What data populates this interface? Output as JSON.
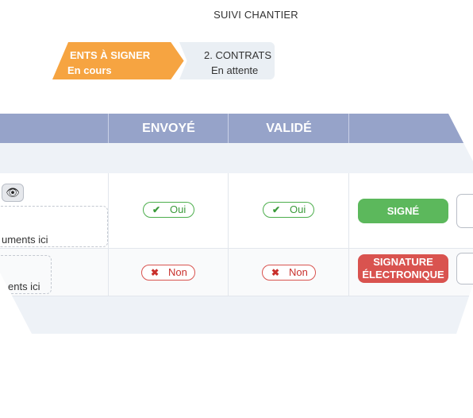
{
  "header": {
    "title": "SUIVI CHANTIER"
  },
  "steps": [
    {
      "line1": "ENTS À SIGNER",
      "line2": "En cours",
      "color": "#f6a441"
    },
    {
      "line1": "2. CONTRATS",
      "line2": "En attente",
      "color": "#eaeff4"
    }
  ],
  "table": {
    "columns": [
      "ENVOYÉ",
      "VALIDÉ"
    ],
    "header_color": "#96a3c9",
    "rows": [
      {
        "dropzone_text": "uments ici",
        "envoye": {
          "icon": "check-icon",
          "glyph": "✔",
          "label": "Oui"
        },
        "valide": {
          "icon": "check-icon",
          "glyph": "✔",
          "label": "Oui"
        },
        "status": {
          "label": "SIGNÉ",
          "color": "#5cb85c"
        }
      },
      {
        "dropzone_text": "ents ici",
        "envoye": {
          "icon": "cross-icon",
          "glyph": "✖",
          "label": "Non"
        },
        "valide": {
          "icon": "cross-icon",
          "glyph": "✖",
          "label": "Non"
        },
        "status": {
          "label_line1": "SIGNATURE",
          "label_line2": "ÉLECTRONIQUE",
          "color": "#d9534f"
        }
      }
    ],
    "eye_icon": "eye-icon"
  }
}
